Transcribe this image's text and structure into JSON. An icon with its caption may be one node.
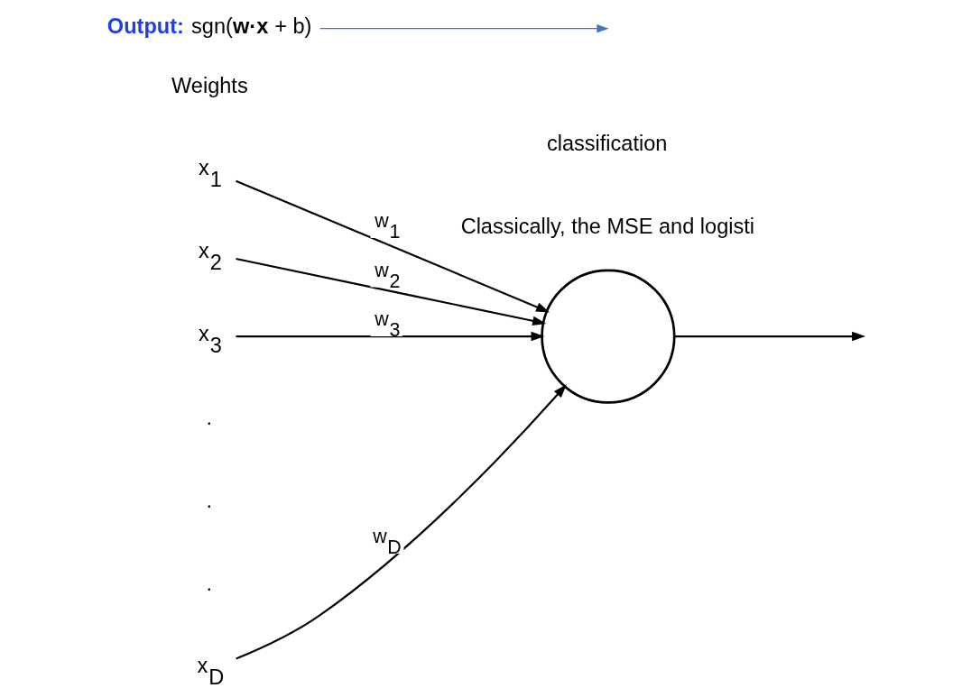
{
  "diagram": {
    "nodes": [
      {
        "text": [
          "x$_{1}$"
        ]
      },
      {
        "text": [
          "x$_{2}$"
        ]
      },
      {
        "text": [
          "x$_{3}$"
        ]
      },
      {
        "text": [
          "x$_{D}$"
        ]
      },
      {
        "text": [],
        "shape": "circle"
      },
      {
        "text": [
          "**Output:** sgn(**w·x** + b)"
        ]
      }
    ],
    "edges": [
      {
        "from": 0,
        "to": 4,
        "arrow": "to",
        "label": "w$_{1}$"
      },
      {
        "from": 1,
        "to": 4,
        "arrow": "to",
        "label": "w$_{2}$"
      },
      {
        "from": 2,
        "to": 4,
        "arrow": "to",
        "label": "w$_{3}$"
      },
      {
        "from": 3,
        "to": 4,
        "arrow": "to",
        "label": "w$_{D}$"
      },
      {
        "from": 4,
        "to": null,
        "arrow": "to"
      },
      {
        "from": 5,
        "to": null,
        "arrow": "to",
        "color": "#4472c4"
      }
    ],
    "labels": [
      "Weights",
      ".",
      ".",
      ".",
      "classification",
      "Classically, the MSE and logisti"
    ]
  }
}
